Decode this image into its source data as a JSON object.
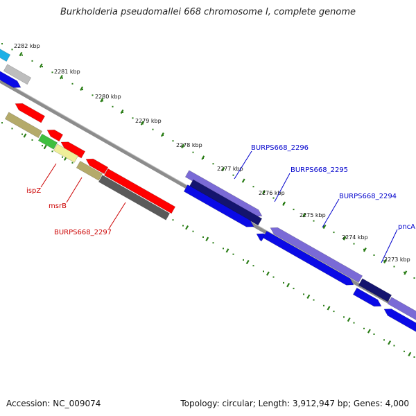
{
  "title": "Burkholderia pseudomallei 668 chromosome I, complete genome",
  "accession_text": "Accession: NC_009074",
  "summary_text": "Topology: circular; Length: 3,912,947 bp; Genes: 4,000",
  "colors": {
    "backbone": "#8c8c8c",
    "tick": "#2a7d16",
    "cds_red": "#ff0000",
    "cds_blue": "#0a0ae6",
    "cds_lavender": "#7a6ad6",
    "cds_navy": "#14146e",
    "cds_olive": "#b4aa6a",
    "cds_green": "#3fbf3f",
    "cds_paleyellow": "#eeee99",
    "cds_darkgray": "#5a5a5a",
    "cds_silver": "#bdbdbd",
    "cds_cyan": "#1eb0e6",
    "label_red": "#cc0000",
    "label_blue": "#0000cc"
  },
  "ruler": {
    "unit": "kbp",
    "ticks": [
      "2282 kbp",
      "2281 kbp",
      "2280 kbp",
      "2279 kbp",
      "2278 kbp",
      "2277 kbp",
      "2276 kbp",
      "2275 kbp",
      "2274 kbp",
      "2273 kbp"
    ]
  },
  "gene_labels": {
    "forward": [
      "BURPS668_2296",
      "BURPS668_2295",
      "BURPS668_2294",
      "pncA"
    ],
    "reverse": [
      "ispZ",
      "msrB",
      "BURPS668_2297"
    ]
  }
}
